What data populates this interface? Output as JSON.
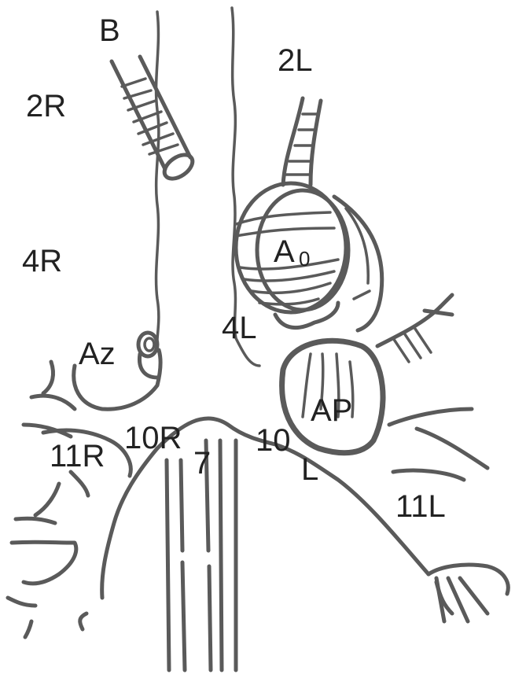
{
  "labels": {
    "B": "B",
    "2R": "2R",
    "2L": "2L",
    "4R": "4R",
    "A0_main": "A",
    "A0_sub": "0",
    "4L": "4L",
    "Az": "Az",
    "AP": "AP",
    "10R": "10R",
    "7": "7",
    "10": "10",
    "L": "L",
    "11R": "11R",
    "11L": "11L"
  },
  "colors": {
    "stroke": "#5a5a5a",
    "text": "#222222",
    "background": "#ffffff"
  }
}
